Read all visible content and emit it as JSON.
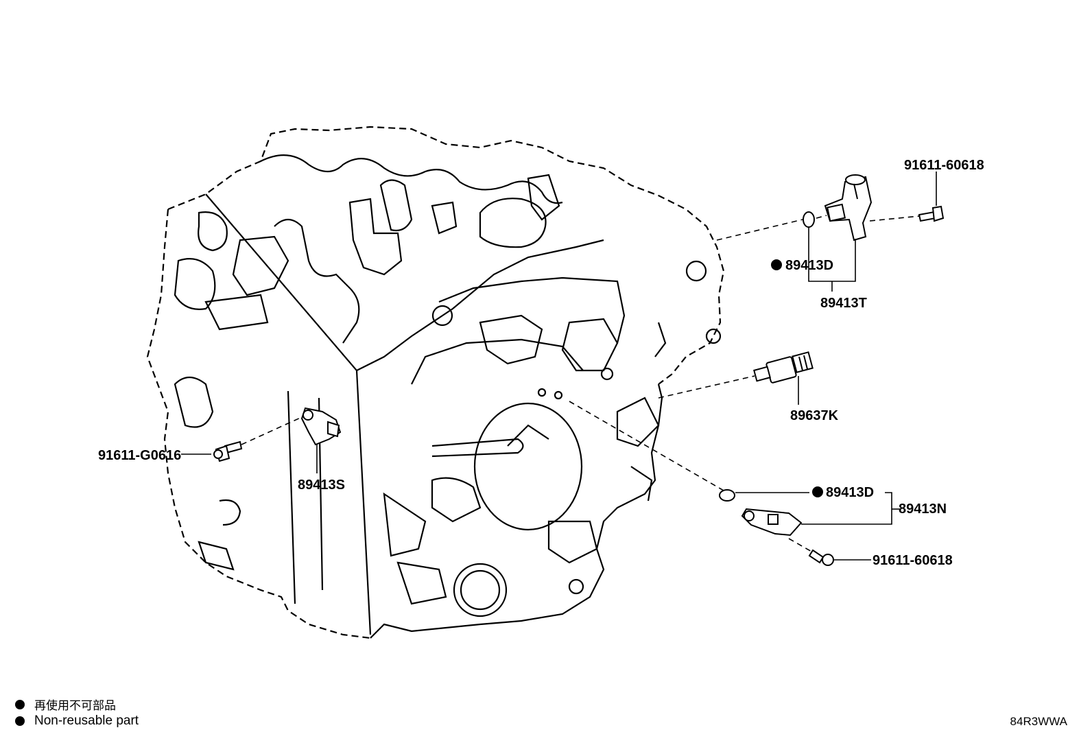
{
  "labels": {
    "bolt_top": "91611-60618",
    "oring_top": "89413D",
    "sensor_top_assy": "89413T",
    "pressure_switch": "89637K",
    "bolt_left": "91611-G0616",
    "sensor_left": "89413S",
    "oring_bottom": "89413D",
    "sensor_bottom_assy": "89413N",
    "bolt_bottom": "91611-60618"
  },
  "legend": {
    "non_reusable_ja": "再使用不可部品",
    "non_reusable_en": "Non-reusable part"
  },
  "diagram_code": "84R3WWA"
}
